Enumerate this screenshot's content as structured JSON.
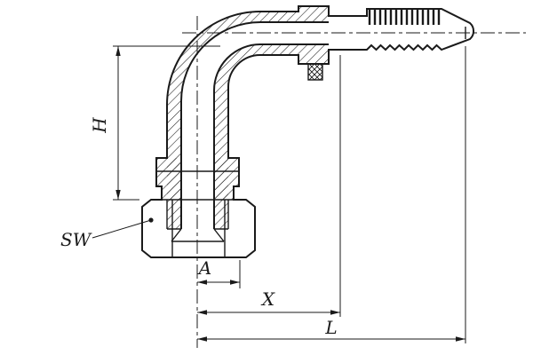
{
  "drawing": {
    "kind": "technical-drawing-section",
    "colors": {
      "line": "#1a1a1a",
      "background": "#ffffff"
    }
  },
  "labels": {
    "h": "H",
    "sw": "SW",
    "a": "A",
    "x": "X",
    "l": "L"
  }
}
